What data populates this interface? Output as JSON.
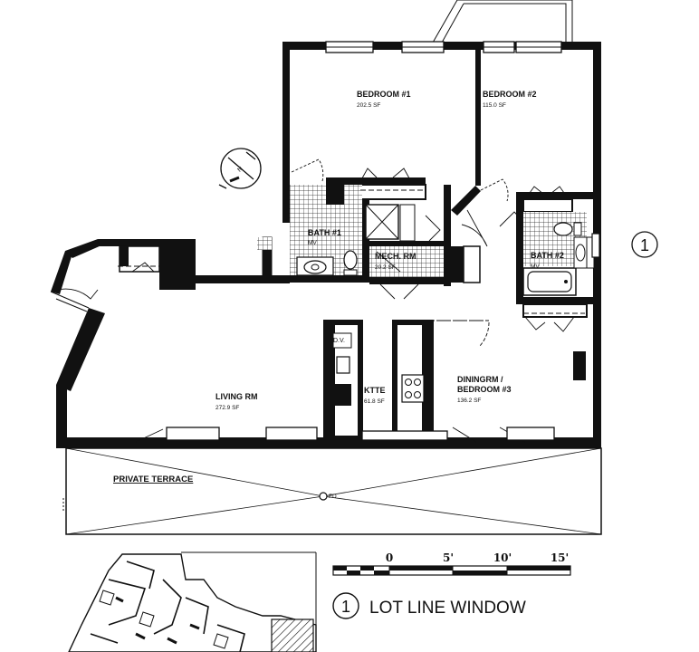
{
  "rooms": {
    "bedroom1": {
      "name": "BEDROOM #1",
      "area": "202.5 SF"
    },
    "bedroom2": {
      "name": "BEDROOM #2",
      "area": "115.0 SF"
    },
    "bath1": {
      "name": "BATH #1",
      "note": "MV"
    },
    "mech": {
      "name": "MECH. RM",
      "area": "20.2 SF"
    },
    "bath2": {
      "name": "BATH #2",
      "note": "MV"
    },
    "living": {
      "name": "LIVING RM",
      "area": "272.9 SF"
    },
    "kitchen": {
      "name": "KTTE",
      "area": "61.8 SF"
    },
    "dining": {
      "name_line1": "DININGRM /",
      "name_line2": "BEDROOM #3",
      "area": "136.2 SF"
    },
    "dv": "D.V.",
    "terrace": "PRIVATE TERRACE",
    "drain": "FD"
  },
  "north_arrow": {
    "label": "N"
  },
  "lot_line_marker": "1",
  "scale": {
    "labels": [
      "0",
      "5'",
      "10'",
      "15'"
    ]
  },
  "legend": {
    "number": "1",
    "text": "LOT LINE WINDOW"
  }
}
